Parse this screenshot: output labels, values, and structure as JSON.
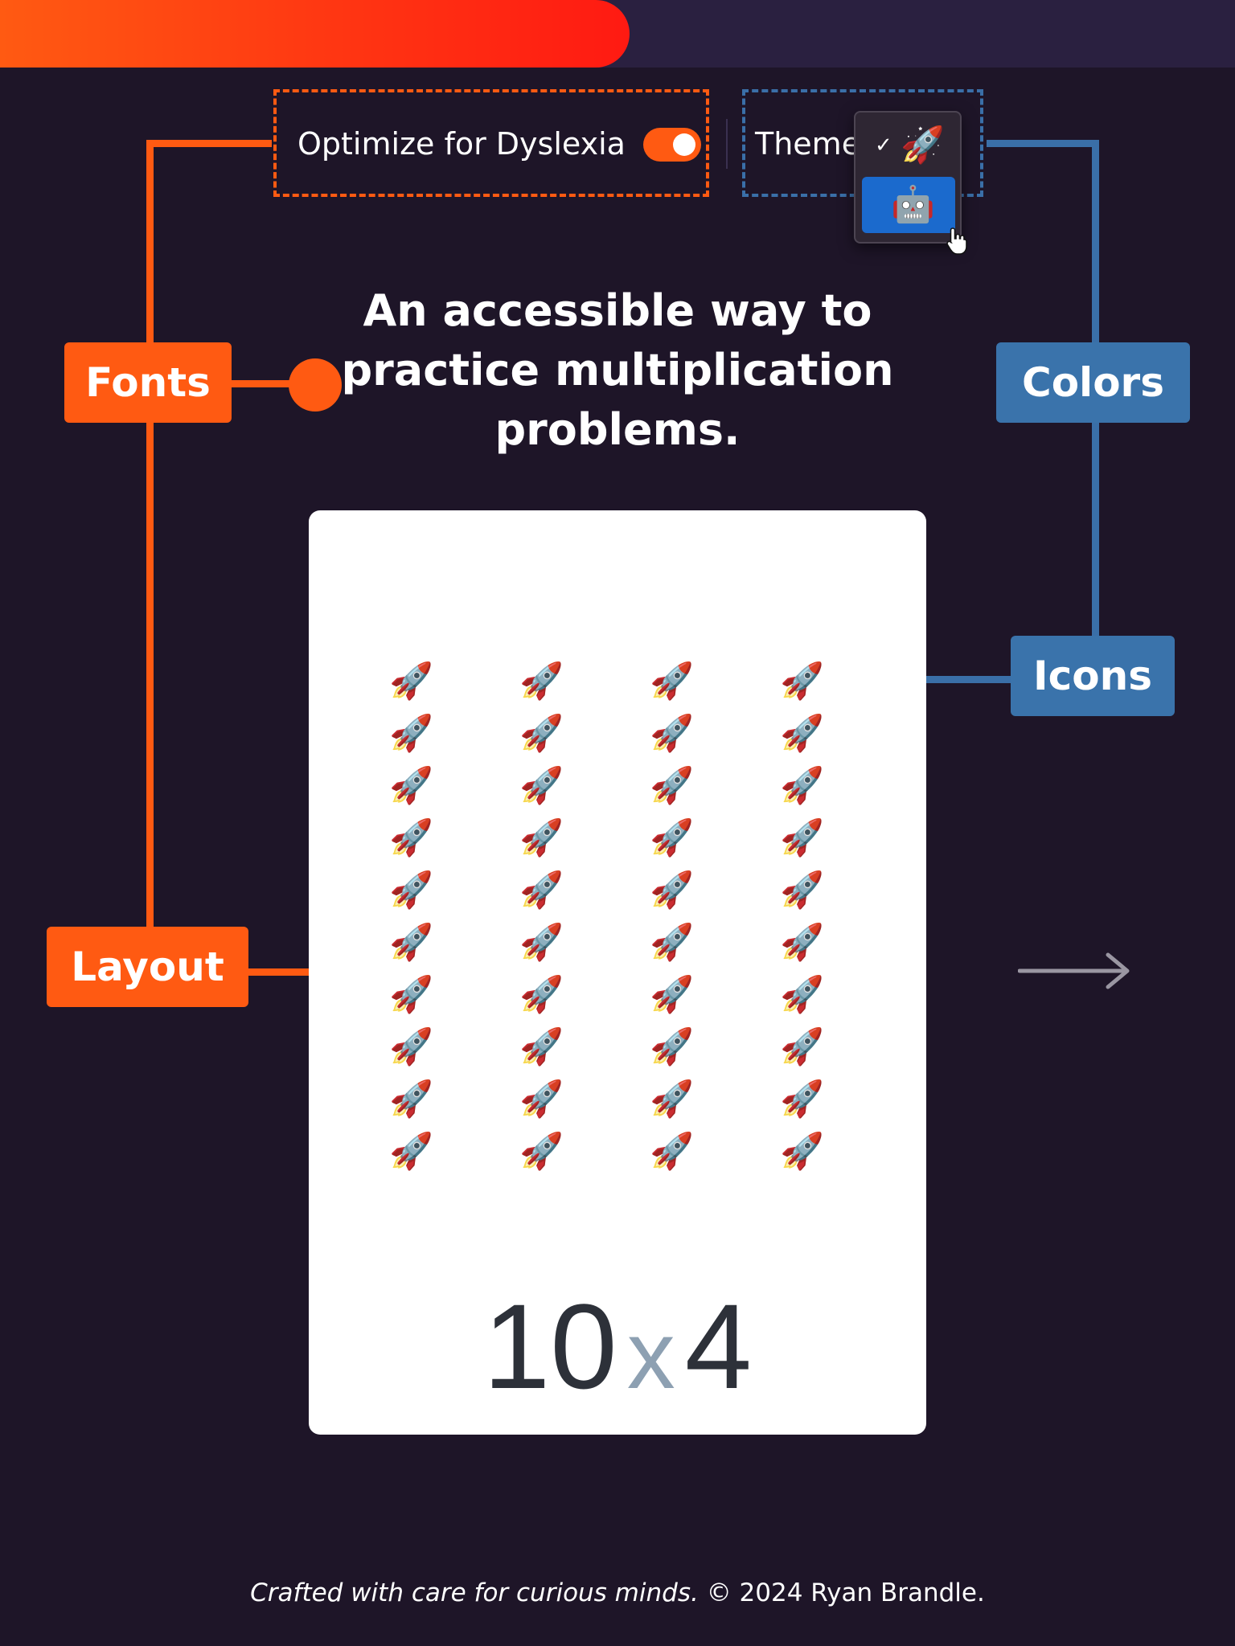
{
  "header": {
    "progress_fraction": 0.51
  },
  "settings": {
    "dyslexia_label": "Optimize for Dyslexia",
    "dyslexia_enabled": true,
    "theme_label": "Theme",
    "theme_options": [
      {
        "icon": "🚀",
        "icon_name": "rocket-icon",
        "selected": true
      },
      {
        "icon": "🤖",
        "icon_name": "robot-icon",
        "selected": false,
        "highlighted": true
      }
    ]
  },
  "annotations": {
    "fonts": "Fonts",
    "colors": "Colors",
    "icons": "Icons",
    "layout": "Layout",
    "orange": "#ff5a12",
    "blue": "#3a73ab"
  },
  "headline": "An accessible way to practice multiplication problems.",
  "card": {
    "icon": "🚀",
    "icon_name": "rocket-icon",
    "columns": 4,
    "rows": 10,
    "problem": {
      "left": "10",
      "operator": "x",
      "right": "4"
    }
  },
  "nav": {
    "next_icon": "arrow-right-icon"
  },
  "footer": {
    "tagline": "Crafted with care for curious minds.",
    "copyright": "© 2024 Ryan Brandle."
  }
}
